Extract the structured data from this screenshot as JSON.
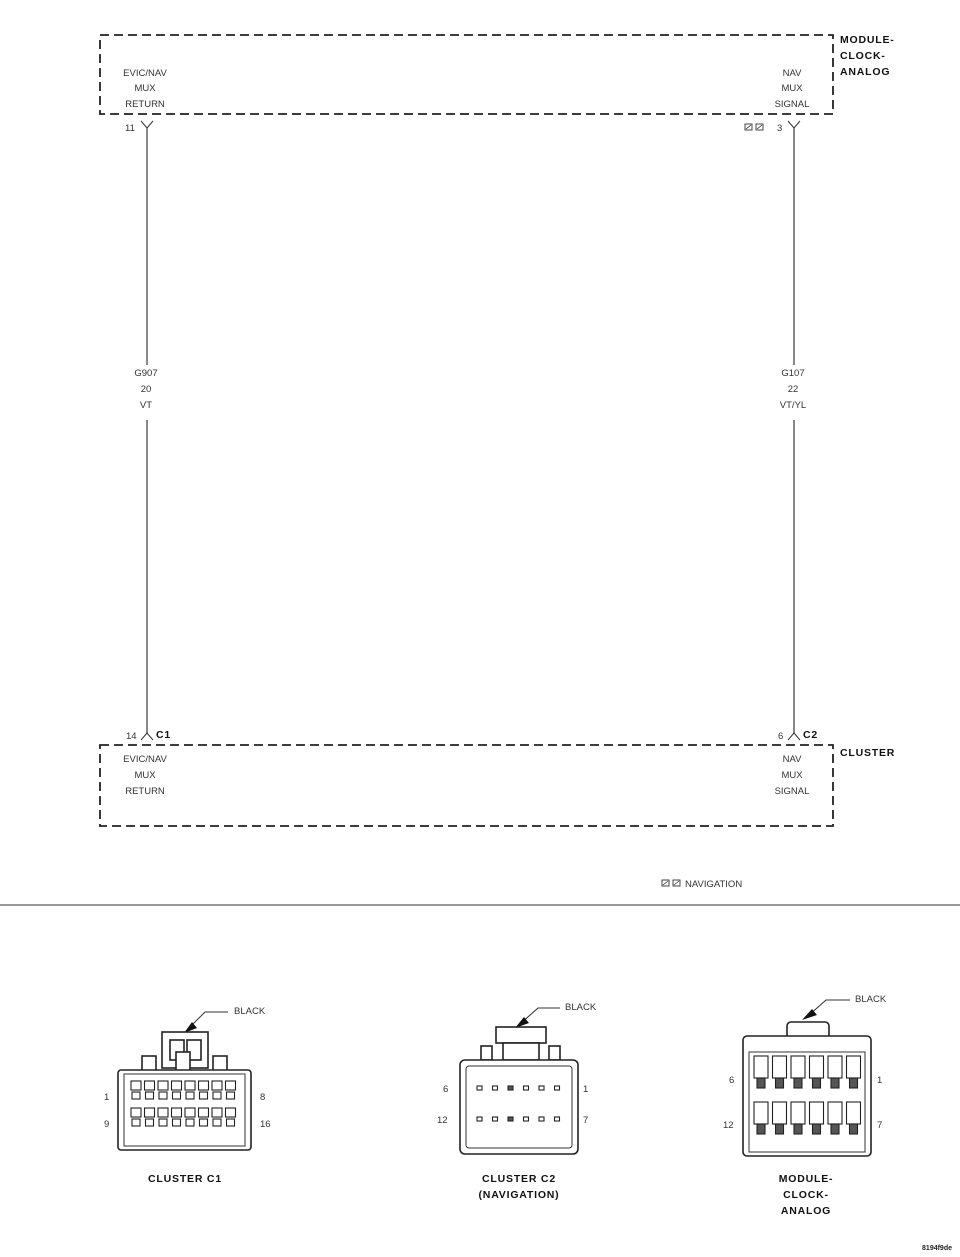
{
  "modules": {
    "top": {
      "name_lines": [
        "MODULE-",
        "CLOCK-",
        "ANALOG"
      ],
      "left_pin": {
        "name_lines": [
          "EVIC/NAV",
          "MUX",
          "RETURN"
        ],
        "pin": "11"
      },
      "right_pin": {
        "name_lines": [
          "NAV",
          "MUX",
          "SIGNAL"
        ],
        "pin": "3"
      }
    },
    "bottom": {
      "name_lines": [
        "CLUSTER"
      ],
      "left_pin": {
        "name_lines": [
          "EVIC/NAV",
          "MUX",
          "RETURN"
        ],
        "pin": "14",
        "connector": "C1"
      },
      "right_pin": {
        "name_lines": [
          "NAV",
          "MUX",
          "SIGNAL"
        ],
        "pin": "6",
        "connector": "C2"
      }
    }
  },
  "wires": [
    {
      "circuit": "G907",
      "gauge": "20",
      "color": "VT"
    },
    {
      "circuit": "G107",
      "gauge": "22",
      "color": "VT/YL"
    }
  ],
  "legend": {
    "text": "NAVIGATION"
  },
  "connectors": [
    {
      "label_lines": [
        "CLUSTER C1"
      ],
      "color_label": "BLACK",
      "pins": {
        "top_left": "1",
        "top_right": "8",
        "bottom_left": "9",
        "bottom_right": "16"
      }
    },
    {
      "label_lines": [
        "CLUSTER C2",
        "(NAVIGATION)"
      ],
      "color_label": "BLACK",
      "pins": {
        "top_left": "6",
        "top_right": "1",
        "bottom_left": "12",
        "bottom_right": "7"
      }
    },
    {
      "label_lines": [
        "MODULE-",
        "CLOCK-",
        "ANALOG"
      ],
      "color_label": "BLACK",
      "pins": {
        "top_left": "6",
        "top_right": "1",
        "bottom_left": "12",
        "bottom_right": "7"
      }
    }
  ],
  "figure_id": "8194f9de"
}
